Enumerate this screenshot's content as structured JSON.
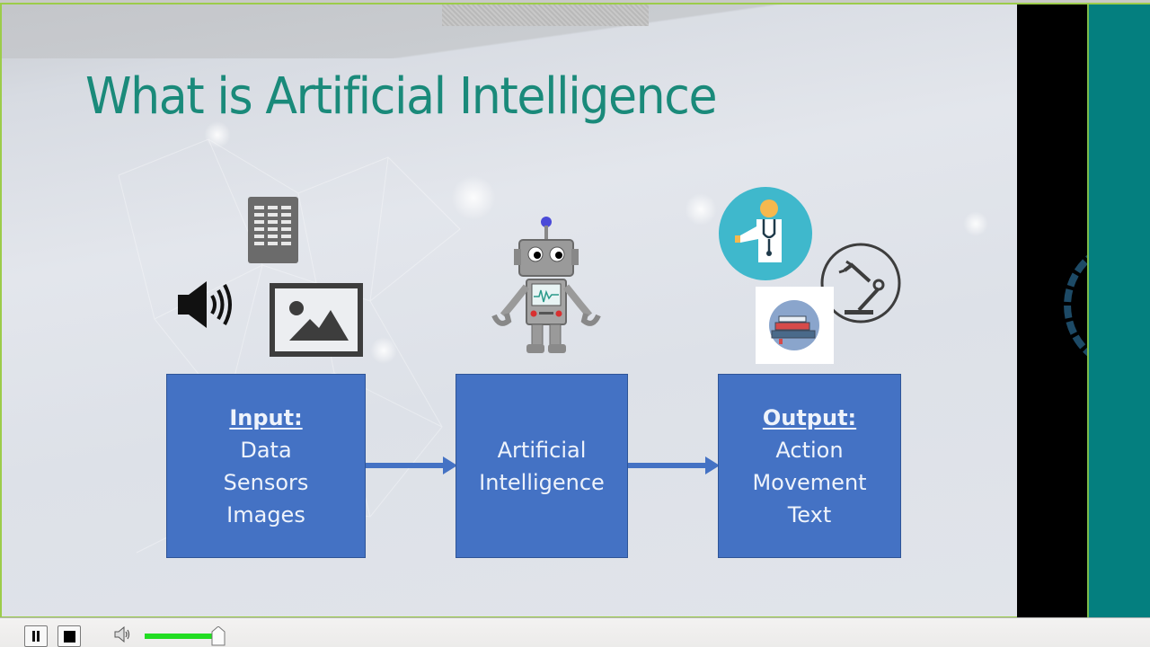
{
  "slide": {
    "title": "What is Artificial Intelligence",
    "title_color": "#1a8a7a",
    "box_color": "#4472c4",
    "input_box": {
      "heading": "Input:",
      "lines": [
        "Data",
        "Sensors",
        "Images"
      ]
    },
    "ai_box": {
      "lines": [
        "Artificial",
        "Intelligence"
      ]
    },
    "output_box": {
      "heading": "Output:",
      "lines": [
        "Action",
        "Movement",
        "Text"
      ]
    },
    "input_icons": [
      "calculator-icon",
      "speaker-icon",
      "image-icon"
    ],
    "ai_icons": [
      "robot-icon"
    ],
    "output_icons": [
      "doctor-icon",
      "robotic-arm-icon",
      "books-icon"
    ]
  },
  "player": {
    "controls": [
      "pause-button",
      "stop-button",
      "volume-icon",
      "volume-slider"
    ],
    "volume_percent": 80,
    "volume_color": "#22dd22"
  },
  "side_panels": {
    "black_panel_color": "#000000",
    "teal_panel_color": "#047f7f"
  }
}
